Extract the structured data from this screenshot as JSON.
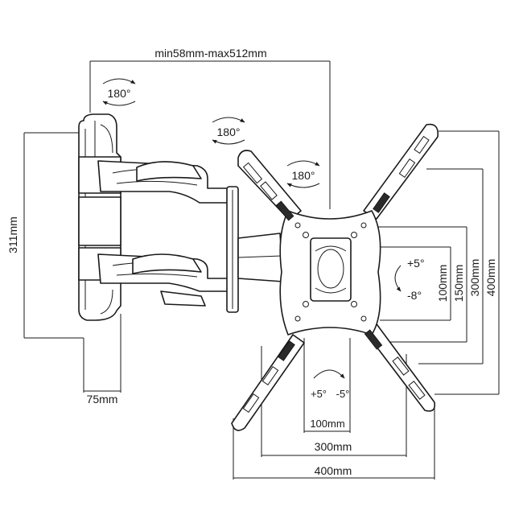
{
  "dimensions": {
    "arm_reach": "min58mm-max512mm",
    "wall_plate_height": "311mm",
    "wall_depth": "75mm",
    "vertical_100": "100mm",
    "vertical_150": "150mm",
    "vertical_300": "300mm",
    "vertical_400": "400mm",
    "horizontal_100": "100mm",
    "horizontal_300": "300mm",
    "horizontal_400": "400mm"
  },
  "rotations": {
    "wall_swivel": "180°",
    "middle_swivel": "180°",
    "head_swivel": "180°"
  },
  "tilt": {
    "up": "+5°",
    "down": "-8°"
  },
  "level": {
    "plus": "+5°",
    "minus": "-5°"
  },
  "colors": {
    "line": "#1a1a1a",
    "fill": "#ffffff",
    "dark": "#2a2a2a"
  }
}
